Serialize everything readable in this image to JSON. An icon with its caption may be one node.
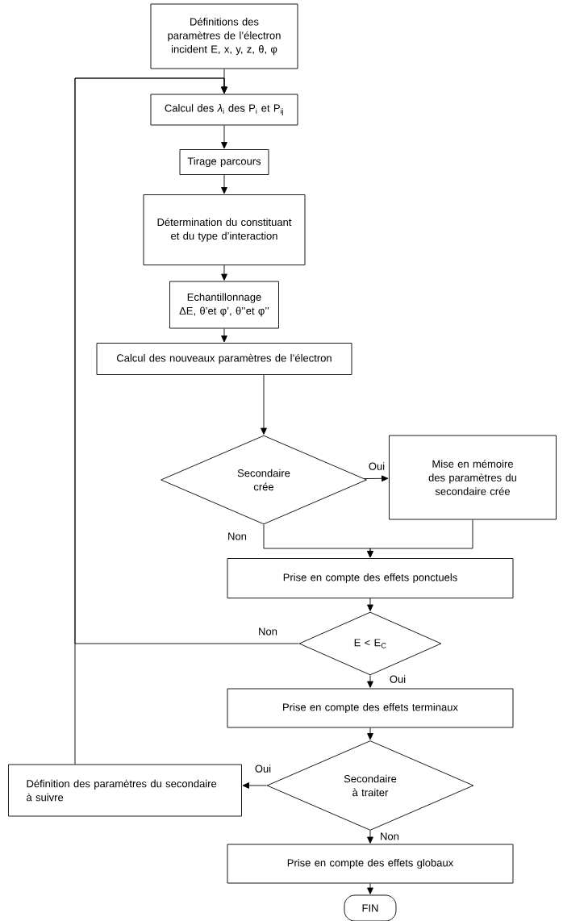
{
  "diagram": {
    "nodes": [
      {
        "text": [
          "Définitions des paramètres de l’électron incident E, x, y, z, θ, φ"
        ]
      },
      {
        "text": [
          "Calcul des *λ*$_{i}$ des P$_{i}$ et P$_{ij}$"
        ]
      },
      {
        "text": [
          "Tirage parcours"
        ]
      },
      {
        "text": [
          "Détermination du constituant et du type d’interaction"
        ]
      },
      {
        "text": [
          "Echantillonnage ΔE, θ’et φ’, θ’’et φ’’"
        ]
      },
      {
        "text": [
          "Calcul des nouveaux paramètres de l’électron"
        ]
      },
      {
        "text": [
          "Secondaire crée"
        ]
      },
      {
        "text": [
          "Mise en mémoire des paramètres du secondaire crée"
        ]
      },
      {
        "text": [
          "Prise en compte des effets ponctuels"
        ]
      },
      {
        "text": [
          "E < E$_{C}$"
        ]
      },
      {
        "text": [
          "Prise en compte des effets terminaux"
        ]
      },
      {
        "text": [
          "Secondaire à traiter"
        ]
      },
      {
        "text": [
          "Définition des paramètres du secondaire à suivre"
        ]
      },
      {
        "text": [
          "Prise en compte des effets globaux"
        ]
      },
      {
        "text": [
          "FIN"
        ]
      }
    ],
    "edges": [
      {
        "from": 0,
        "to": 1,
        "arrow": "to"
      },
      {
        "from": 1,
        "to": 2,
        "arrow": "to"
      },
      {
        "from": 2,
        "to": 3,
        "arrow": "to"
      },
      {
        "from": 3,
        "to": 4,
        "arrow": "to"
      },
      {
        "from": 4,
        "to": 5,
        "arrow": "to"
      },
      {
        "from": 5,
        "to": 6,
        "arrow": "to"
      },
      {
        "from": 6,
        "to": 7,
        "arrow": "to",
        "label": "Oui"
      },
      {
        "from": 6,
        "to": 8,
        "arrow": "to",
        "label": "Non"
      },
      {
        "from": 7,
        "to": 8,
        "arrow": "to"
      },
      {
        "from": 8,
        "to": 9,
        "arrow": "to"
      },
      {
        "from": 9,
        "to": 1,
        "arrow": "to",
        "label": "Non"
      },
      {
        "from": 9,
        "to": 10,
        "arrow": "to",
        "label": "Oui"
      },
      {
        "from": 10,
        "to": 11,
        "arrow": "to"
      },
      {
        "from": 11,
        "to": 12,
        "arrow": "to",
        "label": "Oui"
      },
      {
        "from": 11,
        "to": 13,
        "arrow": "to",
        "label": "Non"
      },
      {
        "from": 12,
        "to": 1,
        "arrow": "to"
      },
      {
        "from": 13,
        "to": 14,
        "arrow": "to"
      }
    ]
  }
}
